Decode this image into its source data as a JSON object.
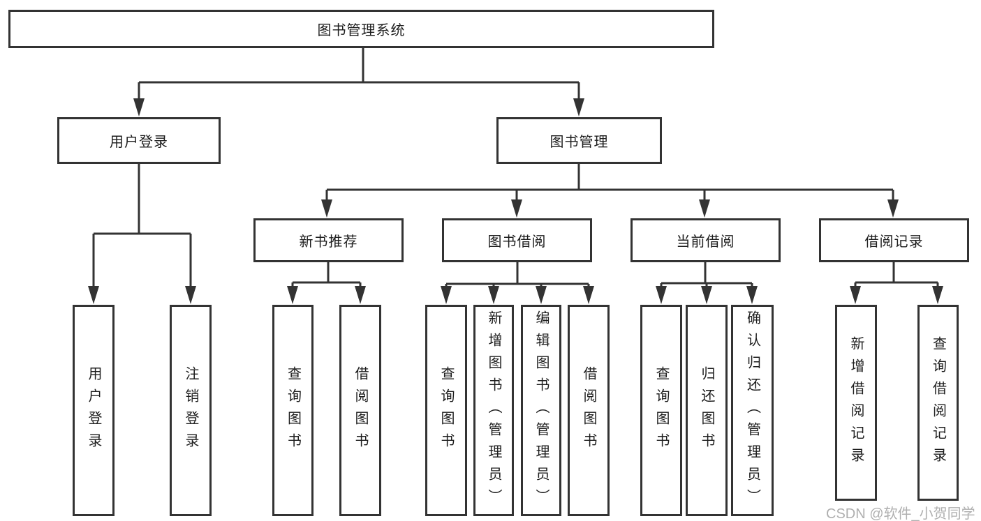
{
  "tree": {
    "root": {
      "label": "图书管理系统"
    },
    "user_login": {
      "label": "用户登录",
      "children": [
        {
          "label": "用户登录"
        },
        {
          "label": "注销登录"
        }
      ]
    },
    "book_mgmt": {
      "label": "图书管理",
      "sections": [
        {
          "label": "新书推荐",
          "children": [
            {
              "label": "查询图书"
            },
            {
              "label": "借阅图书"
            }
          ]
        },
        {
          "label": "图书借阅",
          "children": [
            {
              "label": "查询图书"
            },
            {
              "label": "新增图书（管理员）"
            },
            {
              "label": "编辑图书（管理员）"
            },
            {
              "label": "借阅图书"
            }
          ]
        },
        {
          "label": "当前借阅",
          "children": [
            {
              "label": "查询图书"
            },
            {
              "label": "归还图书"
            },
            {
              "label": "确认归还（管理员）"
            }
          ]
        },
        {
          "label": "借阅记录",
          "children": [
            {
              "label": "新增借阅记录"
            },
            {
              "label": "查询借阅记录"
            }
          ]
        }
      ]
    }
  },
  "watermark": "CSDN @软件_小贺同学",
  "colors": {
    "line": "#333333",
    "text": "#1d1d1d",
    "watermark": "#ababab",
    "background": "#ffffff"
  }
}
